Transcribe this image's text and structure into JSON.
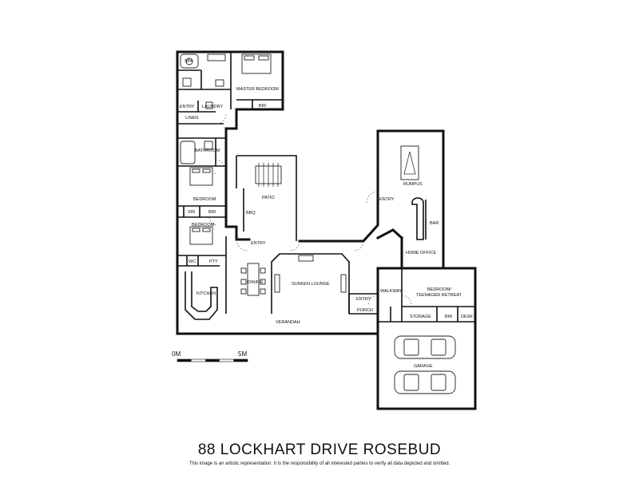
{
  "title": "88 LOCKHART DRIVE ROSEBUD",
  "disclaimer": "This image is an artistic representation. It is the responsibility of all interested parties to verify all data depicted and omitted.",
  "scale": {
    "start": "0M",
    "end": "5M"
  },
  "rooms": {
    "spa": "SPA",
    "master_bedroom": "MASTER BEDROOM",
    "bir_master": "BIR",
    "entry_laundry": "ENTRY",
    "laundry": "LAUNDRY",
    "linen": "LINEN",
    "bathroom": "BATHROOM",
    "bedroom_1": "BEDROOM",
    "sir": "SIR",
    "bir_bed": "BIR",
    "bedroom_2": "BEDROOM",
    "wc": "WC",
    "pty": "PTY",
    "kitchen": "KITCHEN",
    "dining": "DINING",
    "sunken_lounge": "SUNKEN LOUNGE",
    "patio": "PATIO",
    "bbq": "BBQ",
    "entry_patio": "ENTRY",
    "rumpus": "RUMPUS",
    "entry_rumpus": "ENTRY",
    "bar": "BAR",
    "home_office": "HOME OFFICE",
    "walkway": "WALKWAY",
    "bedroom_retreat_1": "BEDROOM/",
    "bedroom_retreat_2": "TEENAGER RETREAT",
    "entry_front": "ENTRY",
    "porch": "PORCH",
    "verandah": "VERANDAH",
    "storage": "STORAGE",
    "bir_garage": "BIR",
    "desk": "DESK",
    "garage": "GARAGE"
  }
}
